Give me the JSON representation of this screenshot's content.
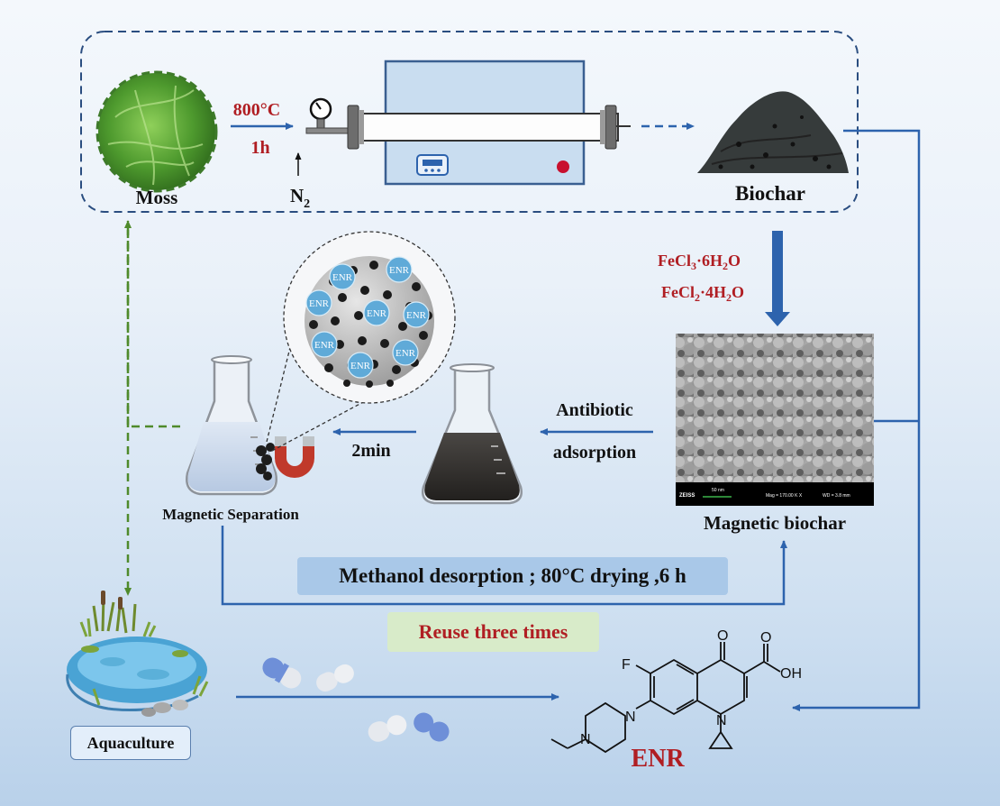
{
  "labels": {
    "moss": "Moss",
    "temperature": "800°C",
    "time": "1h",
    "gas": "N",
    "gas_sub": "2",
    "biochar": "Biochar",
    "reagent1": {
      "a": "FeCl",
      "a_sub": "3",
      "b": "·6H",
      "b_sub": "2",
      "c": "O"
    },
    "reagent2": {
      "a": "FeCl",
      "a_sub": "2",
      "b": "·4H",
      "b_sub": "2",
      "c": "O"
    },
    "magnetic_biochar": "Magnetic biochar",
    "antibiotic": "Antibiotic",
    "adsorption": "adsorption",
    "duration": "2min",
    "magnetic_separation": "Magnetic Separation",
    "methanol": "Methanol desorption  ; 80°C drying ,6 h",
    "reuse": "Reuse three times",
    "aquaculture": "Aquaculture",
    "enr": "ENR",
    "enr_particle": "ENR"
  },
  "sem_bar": {
    "brand": "ZEISS",
    "scale": "50 nm",
    "mag": "Mag = 170.00 K X",
    "wd": "WD = 3.8 mm"
  },
  "molecule": {
    "atom_o1": "O",
    "atom_o2": "O",
    "atom_oh": "OH",
    "atom_f": "F",
    "atom_n1": "N",
    "atom_n2": "N",
    "atom_n3": "N"
  },
  "colors": {
    "arrow_blue": "#2d63ad",
    "green_dashed": "#4f8a2b",
    "label_red": "#b01e23"
  }
}
